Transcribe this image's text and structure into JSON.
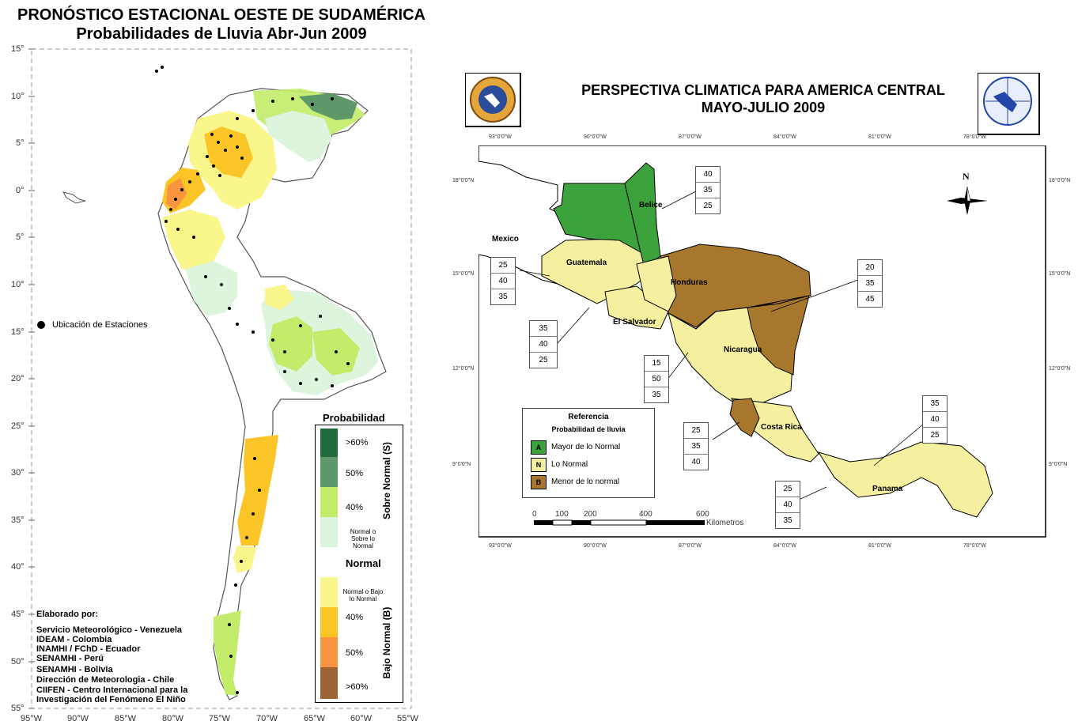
{
  "left_map": {
    "title": "PRONÓSTICO ESTACIONAL OESTE DE SUDAMÉRICA",
    "subtitle": "Probabilidades de Lluvia  Abr-Jun 2009",
    "lat_ticks": [
      "15°",
      "10°",
      "5°",
      "0°",
      "5°",
      "10°",
      "15°",
      "20°",
      "25°",
      "30°",
      "35°",
      "40°",
      "45°",
      "50°",
      "55°"
    ],
    "lon_ticks": [
      "95°W",
      "90°W",
      "85°W",
      "80°W",
      "75°W",
      "70°W",
      "65°W",
      "60°W",
      "55°W"
    ],
    "stations_label": "Ubicación de Estaciones",
    "legend": {
      "title": "Probabilidad",
      "upper_group": "Sobre Normal (S)",
      "lower_group": "Bajo Normal (B)",
      "items": [
        {
          "label": ">60%",
          "color": "#1e6b3c"
        },
        {
          "label": "50%",
          "color": "#5f9868"
        },
        {
          "label": "40%",
          "color": "#c2ec69"
        },
        {
          "label": "Normal o Sobre lo Normal",
          "color": "#dcf5dc"
        },
        {
          "label": "Normal",
          "color": "#ffffff"
        },
        {
          "label": "Normal o Bajo lo Normal",
          "color": "#f9f68c"
        },
        {
          "label": "40%",
          "color": "#fbc527"
        },
        {
          "label": "50%",
          "color": "#f99440"
        },
        {
          "label": ">60%",
          "color": "#9b6232"
        }
      ]
    },
    "credits": {
      "heading": "Elaborado por:",
      "lines": [
        "Servicio Meteorológico - Venezuela",
        "IDEAM - Colombia",
        "INAMHI / FChD - Ecuador",
        "SENAMHI - Perú",
        "SENAMHI - Bolivia",
        "Dirección de Meteorologia - Chile",
        "CIIFEN - Centro Internacional para la",
        "Investigación del Fenómeno El Niño"
      ]
    }
  },
  "right_map": {
    "title": "PERSPECTIVA CLIMATICA PARA AMERICA CENTRAL",
    "subtitle": "MAYO-JULIO 2009",
    "lon_ticks": [
      "93°0'0\"W",
      "90°0'0\"W",
      "87°0'0\"W",
      "84°0'0\"W",
      "81°0'0\"W",
      "78°0'0\"W"
    ],
    "lat_ticks": [
      "18°0'0\"N",
      "15°0'0\"N",
      "12°0'0\"N",
      "9°0'0\"N"
    ],
    "compass_label": "N",
    "countries": {
      "mexico": "Mexico",
      "belice": "Belice",
      "guatemala": "Guatemala",
      "honduras": "Honduras",
      "el_salvador": "El Salvador",
      "nicaragua": "Nicaragua",
      "costa_rica": "Costa Rica",
      "panama": "Panama"
    },
    "tables": {
      "belice": [
        "40",
        "35",
        "25"
      ],
      "mexico": [
        "25",
        "40",
        "35"
      ],
      "guatemala": [
        "35",
        "40",
        "25"
      ],
      "honduras": [
        "20",
        "35",
        "45"
      ],
      "pacific": [
        "15",
        "50",
        "35"
      ],
      "costa_rica_w": [
        "25",
        "35",
        "40"
      ],
      "panama_e": [
        "35",
        "40",
        "25"
      ],
      "panama_w": [
        "25",
        "40",
        "35"
      ]
    },
    "reference": {
      "title": "Referencia",
      "subtitle": "Probabilidad de lluvia",
      "items": [
        {
          "code": "A",
          "label": "Mayor de lo Normal",
          "color": "#3ca33c"
        },
        {
          "code": "N",
          "label": "Lo Normal",
          "color": "#f4f0a0"
        },
        {
          "code": "B",
          "label": "Menor de lo normal",
          "color": "#a8772e"
        }
      ]
    },
    "scale": {
      "labels": [
        "0",
        "100",
        "200",
        "400",
        "600"
      ],
      "unit": "Kilometros"
    }
  }
}
